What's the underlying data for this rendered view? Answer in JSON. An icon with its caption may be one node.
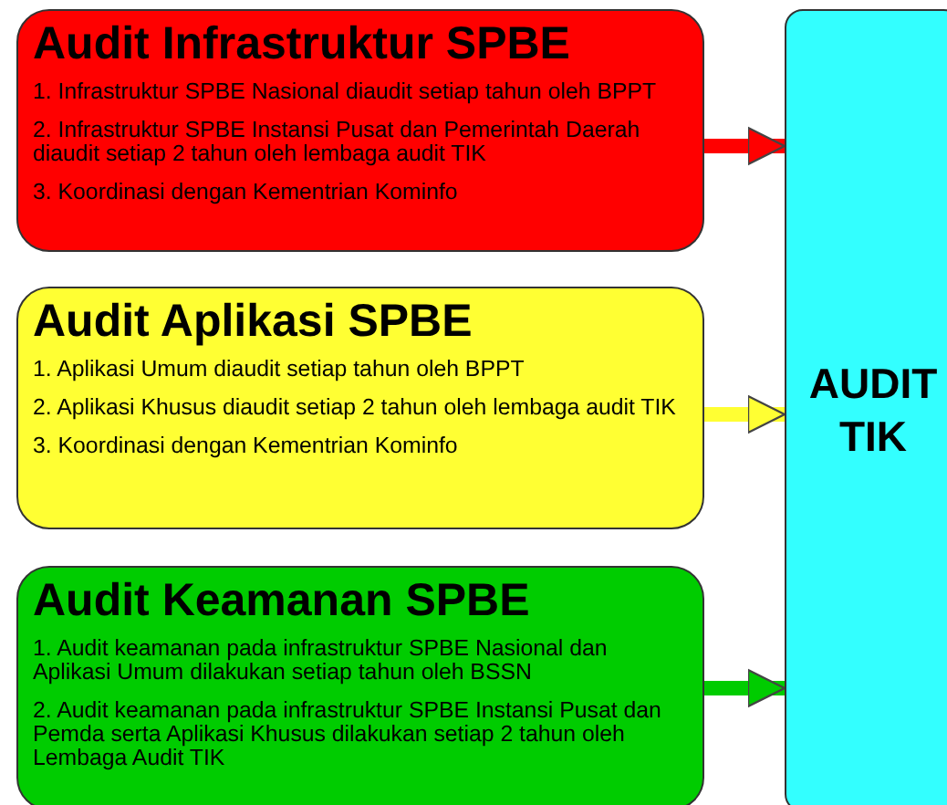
{
  "diagram": {
    "nodes": [
      {
        "text": [
          "Audit Infrastruktur SPBE",
          "1. Infrastruktur SPBE Nasional diaudit setiap tahun oleh BPPT",
          "2. Infrastruktur SPBE Instansi Pusat dan Pemerintah Daerah diaudit setiap 2 tahun oleh lembaga audit TIK",
          "3. Koordinasi dengan Kementrian Kominfo"
        ]
      },
      {
        "text": [
          "Audit Aplikasi SPBE",
          "1. Aplikasi Umum diaudit setiap tahun oleh BPPT",
          "2. Aplikasi Khusus diaudit setiap 2 tahun oleh lembaga audit TIK",
          "3. Koordinasi dengan Kementrian Kominfo"
        ]
      },
      {
        "text": [
          "Audit Keamanan SPBE",
          "1. Audit keamanan pada infrastruktur SPBE Nasional dan Aplikasi Umum dilakukan setiap tahun oleh BSSN",
          "2. Audit keamanan pada infrastruktur SPBE Instansi Pusat dan Pemda serta Aplikasi Khusus dilakukan setiap 2 tahun oleh Lembaga Audit TIK"
        ]
      },
      {
        "text": [
          "AUDIT TIK"
        ]
      }
    ],
    "edges": [
      {
        "from": 0,
        "to": 3,
        "arrow": "to",
        "color": "#ff0000"
      },
      {
        "from": 1,
        "to": 3,
        "arrow": "to",
        "color": "#ffff33"
      },
      {
        "from": 2,
        "to": 3,
        "arrow": "to",
        "color": "#00cc00"
      }
    ]
  }
}
